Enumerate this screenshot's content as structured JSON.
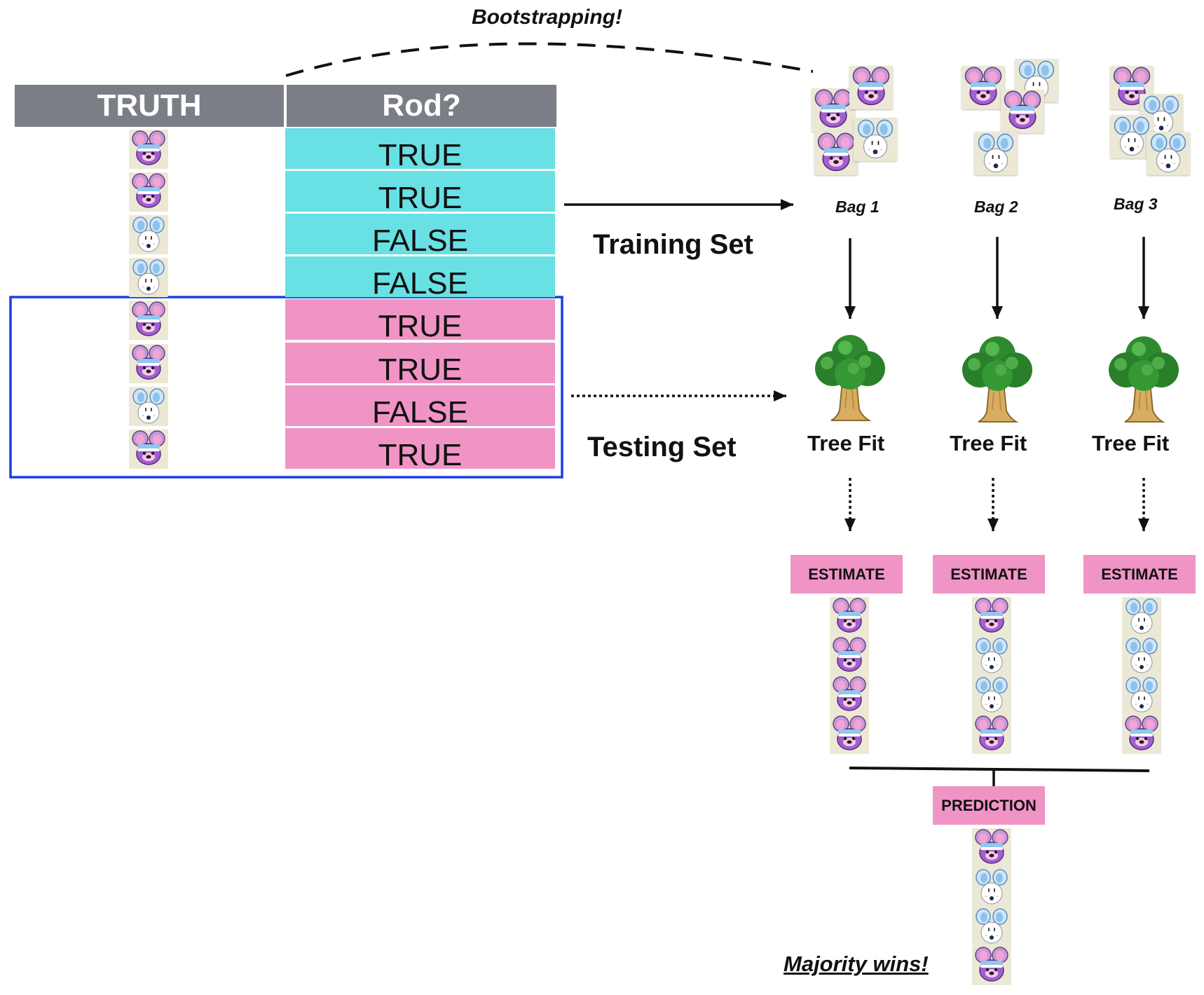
{
  "annotations": {
    "bootstrapping": "Bootstrapping!",
    "training_set": "Training Set",
    "testing_set": "Testing Set",
    "majority": "Majority wins!"
  },
  "table": {
    "headers": [
      "TRUTH",
      "Rod?"
    ],
    "rows": [
      {
        "truth": "rod",
        "value": "TRUE",
        "split": "train"
      },
      {
        "truth": "rod",
        "value": "TRUE",
        "split": "train"
      },
      {
        "truth": "mouse",
        "value": "FALSE",
        "split": "train"
      },
      {
        "truth": "mouse",
        "value": "FALSE",
        "split": "train"
      },
      {
        "truth": "rod",
        "value": "TRUE",
        "split": "test"
      },
      {
        "truth": "rod",
        "value": "TRUE",
        "split": "test"
      },
      {
        "truth": "mouse",
        "value": "FALSE",
        "split": "test"
      },
      {
        "truth": "rod",
        "value": "TRUE",
        "split": "test"
      }
    ]
  },
  "bags": [
    {
      "label": "Bag 1",
      "tree_label": "Tree Fit",
      "estimate_label": "ESTIMATE",
      "members": [
        "rod",
        "rod",
        "rod",
        "mouse"
      ],
      "estimates": [
        "rod",
        "rod",
        "rod",
        "rod"
      ]
    },
    {
      "label": "Bag 2",
      "tree_label": "Tree Fit",
      "estimate_label": "ESTIMATE",
      "members": [
        "rod",
        "mouse",
        "rod",
        "mouse"
      ],
      "estimates": [
        "rod",
        "mouse",
        "mouse",
        "rod"
      ]
    },
    {
      "label": "Bag 3",
      "tree_label": "Tree Fit",
      "estimate_label": "ESTIMATE",
      "members": [
        "rod",
        "mouse",
        "mouse",
        "mouse"
      ],
      "estimates": [
        "mouse",
        "mouse",
        "mouse",
        "rod"
      ]
    }
  ],
  "prediction": {
    "label": "PREDICTION",
    "values": [
      "rod",
      "mouse",
      "mouse",
      "rod"
    ]
  },
  "colors": {
    "header": "#7b7e86",
    "train": "#68e0e4",
    "test": "#f094c6",
    "test_frame": "#1a3fe0"
  }
}
